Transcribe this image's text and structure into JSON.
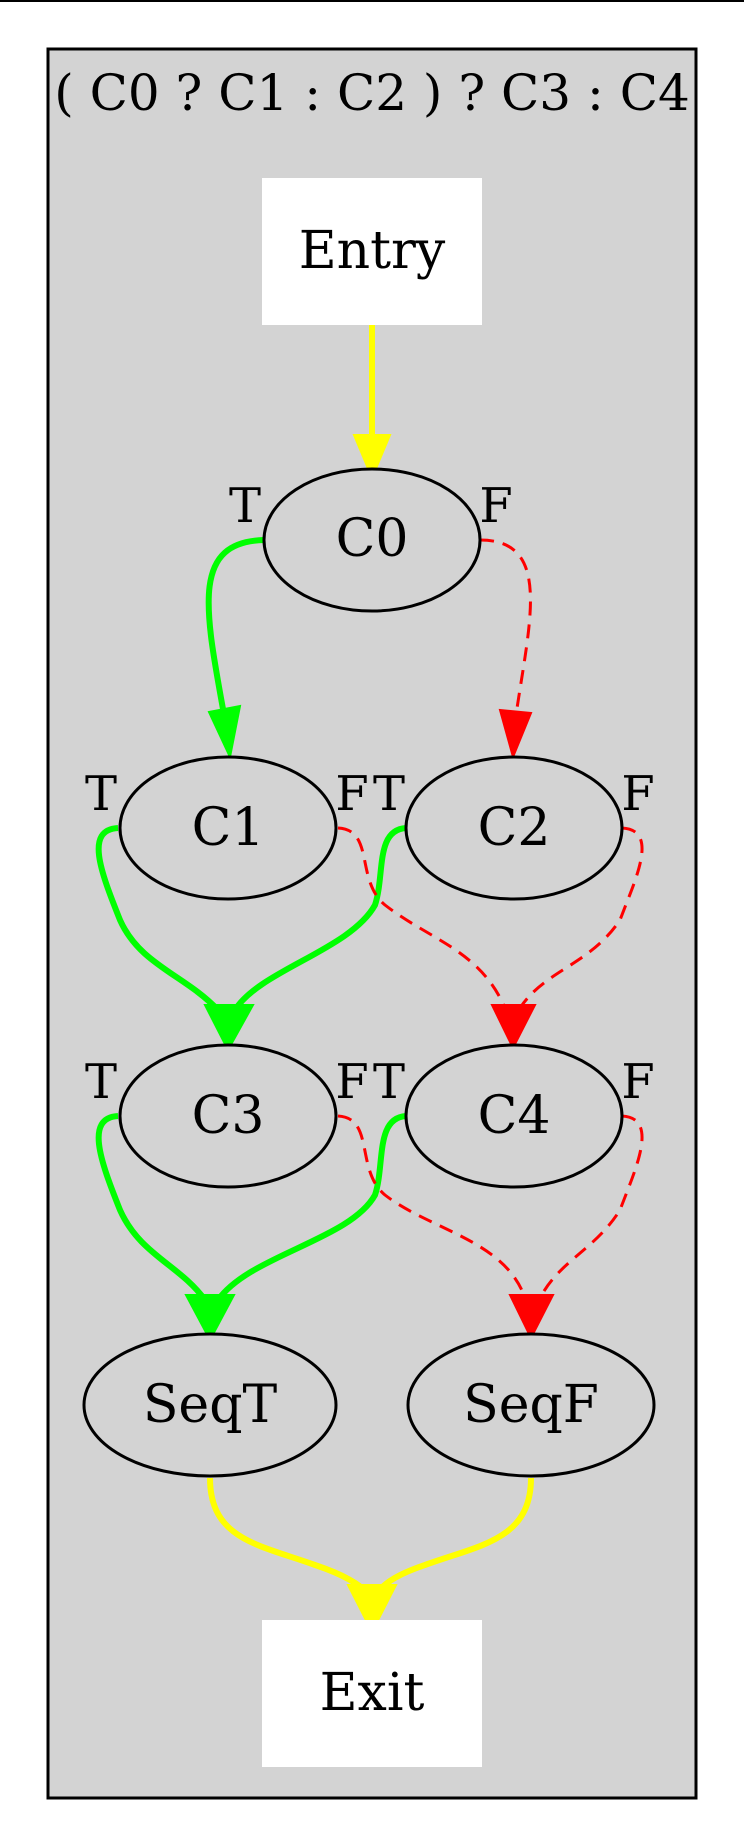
{
  "cluster": {
    "title": "( C0 ? C1 : C2 ) ? C3 : C4",
    "fill": "#d3d3d3",
    "border": "#000000"
  },
  "nodes": {
    "entry": "Entry",
    "c0": "C0",
    "c1": "C1",
    "c2": "C2",
    "c3": "C3",
    "c4": "C4",
    "seqt": "SeqT",
    "seqf": "SeqF",
    "exit": "Exit"
  },
  "ports": {
    "true_label": "T",
    "false_label": "F"
  },
  "colors": {
    "true_edge": "#00ff00",
    "false_edge": "#ff0000",
    "flow_edge": "#ffff00",
    "terminal_fill": "#ffffff"
  }
}
